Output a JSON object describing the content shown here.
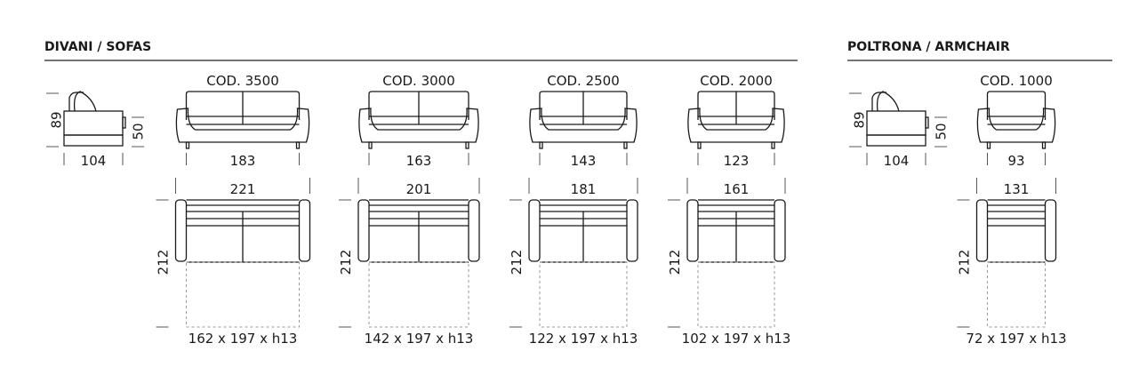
{
  "sections": [
    {
      "title": "DIVANI / SOFAS"
    },
    {
      "title": "POLTRONA / ARMCHAIR"
    }
  ],
  "side_views": [
    {
      "height": "89",
      "seat_height": "50",
      "depth": "104"
    },
    {
      "height": "89",
      "seat_height": "50",
      "depth": "104"
    }
  ],
  "models": [
    {
      "code": "COD. 3500",
      "front_width": "183",
      "top_width": "221",
      "depth": "212",
      "bed": "162 x 197 x h13",
      "cushions": 2
    },
    {
      "code": "COD. 3000",
      "front_width": "163",
      "top_width": "201",
      "depth": "212",
      "bed": "142 x 197 x h13",
      "cushions": 2
    },
    {
      "code": "COD. 2500",
      "front_width": "143",
      "top_width": "181",
      "depth": "212",
      "bed": "122 x 197 x h13",
      "cushions": 2
    },
    {
      "code": "COD. 2000",
      "front_width": "123",
      "top_width": "161",
      "depth": "212",
      "bed": "102 x 197 x h13",
      "cushions": 2
    },
    {
      "code": "COD. 1000",
      "front_width": "93",
      "top_width": "131",
      "depth": "212",
      "bed": "72 x 197 x h13",
      "cushions": 1
    }
  ]
}
